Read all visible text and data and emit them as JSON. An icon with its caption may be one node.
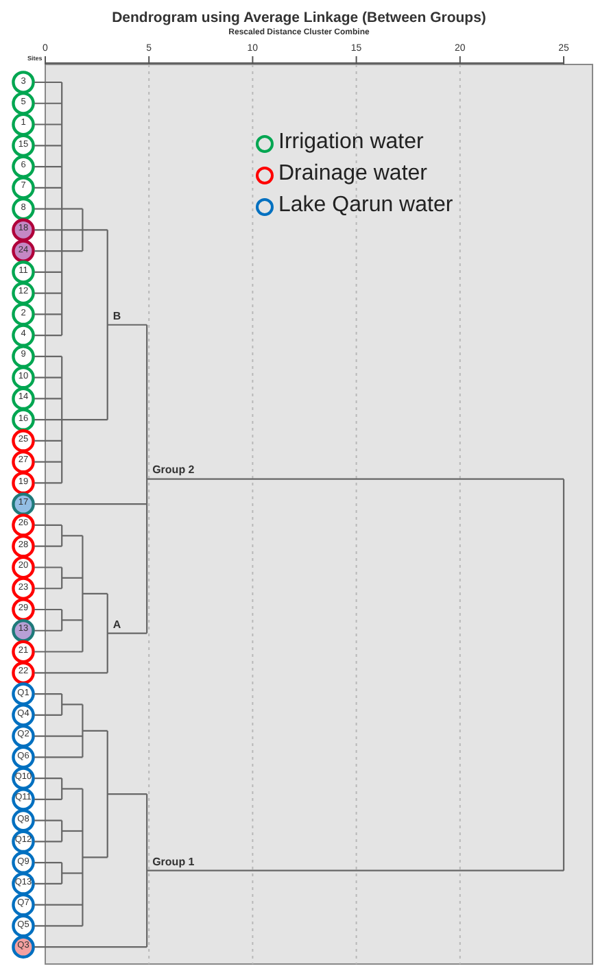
{
  "diagram": {
    "title": "Dendrogram using Average Linkage (Between Groups)",
    "labels": [
      "Rescaled Distance Cluster Combine",
      "0",
      "5",
      "10",
      "15",
      "20",
      "25",
      "Sites",
      "3",
      "5",
      "1",
      "15",
      "6",
      "7",
      "8",
      "18",
      "24",
      "11",
      "12",
      "2",
      "4",
      "9",
      "10",
      "14",
      "16",
      "25",
      "27",
      "19",
      "17",
      "26",
      "28",
      "20",
      "23",
      "29",
      "13",
      "21",
      "22",
      "Q1",
      "Q4",
      "Q2",
      "Q6",
      "Q10",
      "Q11",
      "Q8",
      "Q12",
      "Q9",
      "Q13",
      "Q7",
      "Q5",
      "Q3",
      "B",
      "Group 2",
      "A",
      "Group 1"
    ],
    "legend": [
      {
        "text": "Irrigation water",
        "color": "#00a651"
      },
      {
        "text": "Drainage water",
        "color": "#ff0000"
      },
      {
        "text": "Lake Qarun water",
        "color": "#0070c0"
      }
    ]
  }
}
